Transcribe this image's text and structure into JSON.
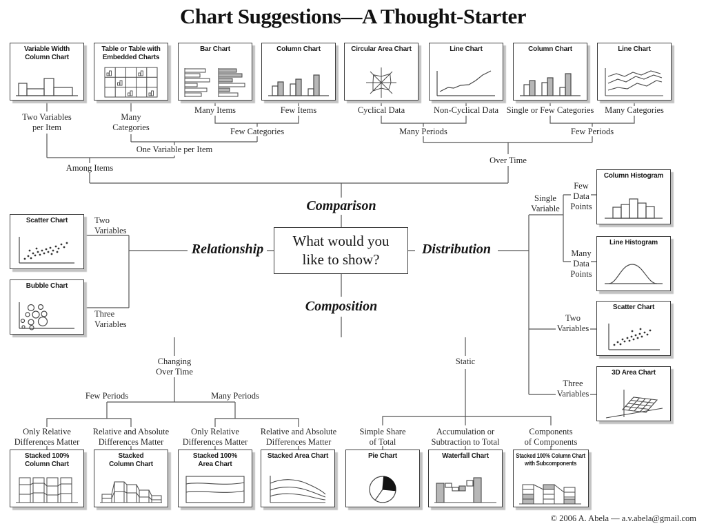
{
  "title": "Chart Suggestions—A Thought-Starter",
  "center_question": "What would you\nlike to show?",
  "branches": {
    "comparison": "Comparison",
    "relationship": "Relationship",
    "distribution": "Distribution",
    "composition": "Composition"
  },
  "labels": {
    "two_variables_per_item": "Two Variables\nper Item",
    "many_categories_left": "Many\nCategories",
    "many_items": "Many Items",
    "few_items": "Few Items",
    "few_categories": "Few Categories",
    "one_variable_per_item": "One Variable per Item",
    "among_items": "Among Items",
    "cyclical_data": "Cyclical Data",
    "non_cyclical_data": "Non-Cyclical Data",
    "many_periods_top": "Many Periods",
    "single_or_few_categories": "Single or Few Categories",
    "many_categories_right": "Many Categories",
    "few_periods_top": "Few Periods",
    "over_time": "Over Time",
    "single_variable": "Single\nVariable",
    "few_data_points": "Few\nData\nPoints",
    "many_data_points": "Many\nData\nPoints",
    "two_variables_left": "Two\nVariables",
    "three_variables_left": "Three\nVariables",
    "two_variables_right": "Two\nVariables",
    "three_variables_right": "Three\nVariables",
    "changing_over_time": "Changing\nOver Time",
    "static": "Static",
    "few_periods_bottom": "Few Periods",
    "many_periods_bottom": "Many Periods",
    "only_relative_1": "Only Relative\nDifferences Matter",
    "relative_absolute_1": "Relative and Absolute\nDifferences Matter",
    "only_relative_2": "Only Relative\nDifferences Matter",
    "relative_absolute_2": "Relative and Absolute\nDifferences Matter",
    "simple_share_of_total": "Simple Share\nof Total",
    "accumulation_or_subtraction": "Accumulation or\nSubtraction to Total",
    "components_of_components": "Components\nof Components"
  },
  "charts": {
    "variable_width_column": {
      "title": "Variable Width\nColumn Chart"
    },
    "table_embedded": {
      "title": "Table or Table with\nEmbedded Charts"
    },
    "bar_chart": {
      "title": "Bar Chart"
    },
    "column_chart_few_items": {
      "title": "Column Chart"
    },
    "circular_area": {
      "title": "Circular Area Chart"
    },
    "line_chart_non_cyclical": {
      "title": "Line Chart"
    },
    "column_chart_single_few": {
      "title": "Column Chart"
    },
    "line_chart_many_cat": {
      "title": "Line Chart"
    },
    "scatter_relationship": {
      "title": "Scatter Chart"
    },
    "bubble_chart": {
      "title": "Bubble Chart"
    },
    "column_histogram": {
      "title": "Column Histogram"
    },
    "line_histogram": {
      "title": "Line Histogram"
    },
    "scatter_distribution": {
      "title": "Scatter Chart"
    },
    "area_3d": {
      "title": "3D Area Chart"
    },
    "stacked_100_column": {
      "title": "Stacked 100%\nColumn Chart"
    },
    "stacked_column": {
      "title": "Stacked\nColumn Chart"
    },
    "stacked_100_area": {
      "title": "Stacked 100%\nArea Chart"
    },
    "stacked_area": {
      "title": "Stacked Area Chart"
    },
    "pie_chart": {
      "title": "Pie Chart"
    },
    "waterfall": {
      "title": "Waterfall Chart"
    },
    "stacked_100_sub": {
      "title": "Stacked 100% Column Chart\nwith Subcomponents"
    }
  },
  "copyright": "© 2006  A. Abela — a.v.abela@gmail.com"
}
